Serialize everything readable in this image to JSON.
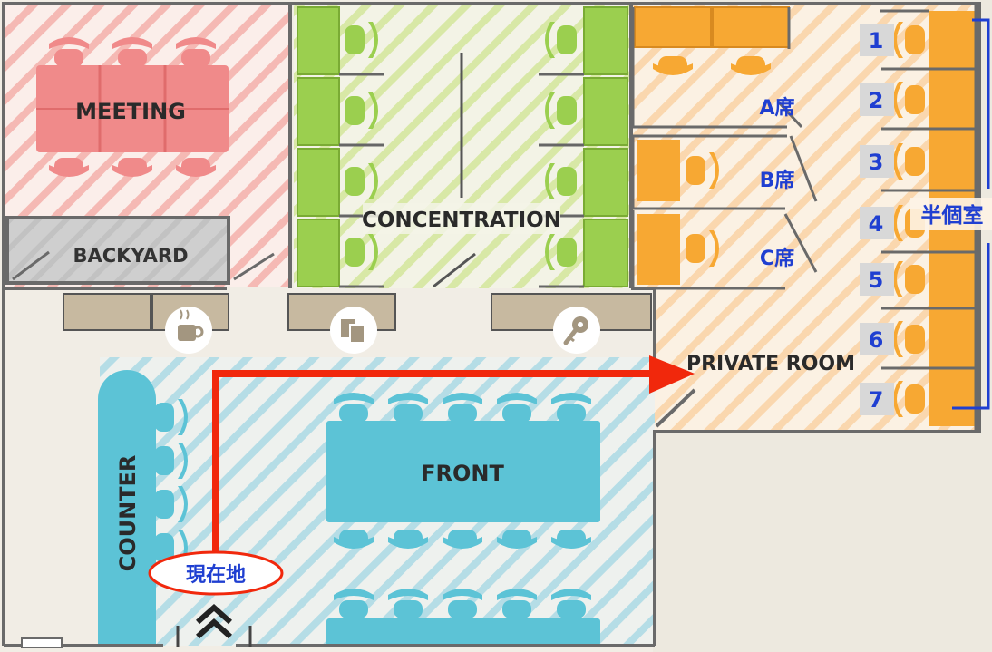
{
  "map": {
    "rooms": {
      "meeting": "MEETING",
      "backyard": "BACKYARD",
      "concentration": "CONCENTRATION",
      "private_room": "PRIVATE ROOM",
      "front": "FRONT",
      "counter": "COUNTER"
    },
    "seats": {
      "a": "A席",
      "b": "B席",
      "c": "C席"
    },
    "booths": [
      "1",
      "2",
      "3",
      "4",
      "5",
      "6",
      "7"
    ],
    "semi_private_label": "半個室",
    "current_location": "現在地",
    "icons": [
      "coffee-cup-icon",
      "copy-documents-icon",
      "key-icon",
      "entrance-chevron-icon"
    ],
    "colors": {
      "meeting": "#f08a8a",
      "concentration": "#9bcf4f",
      "private": "#f7a833",
      "front": "#5cc3d6",
      "backyard": "#c9c9c9",
      "route": "#f1280c",
      "annotation": "#1f3fd1"
    }
  }
}
